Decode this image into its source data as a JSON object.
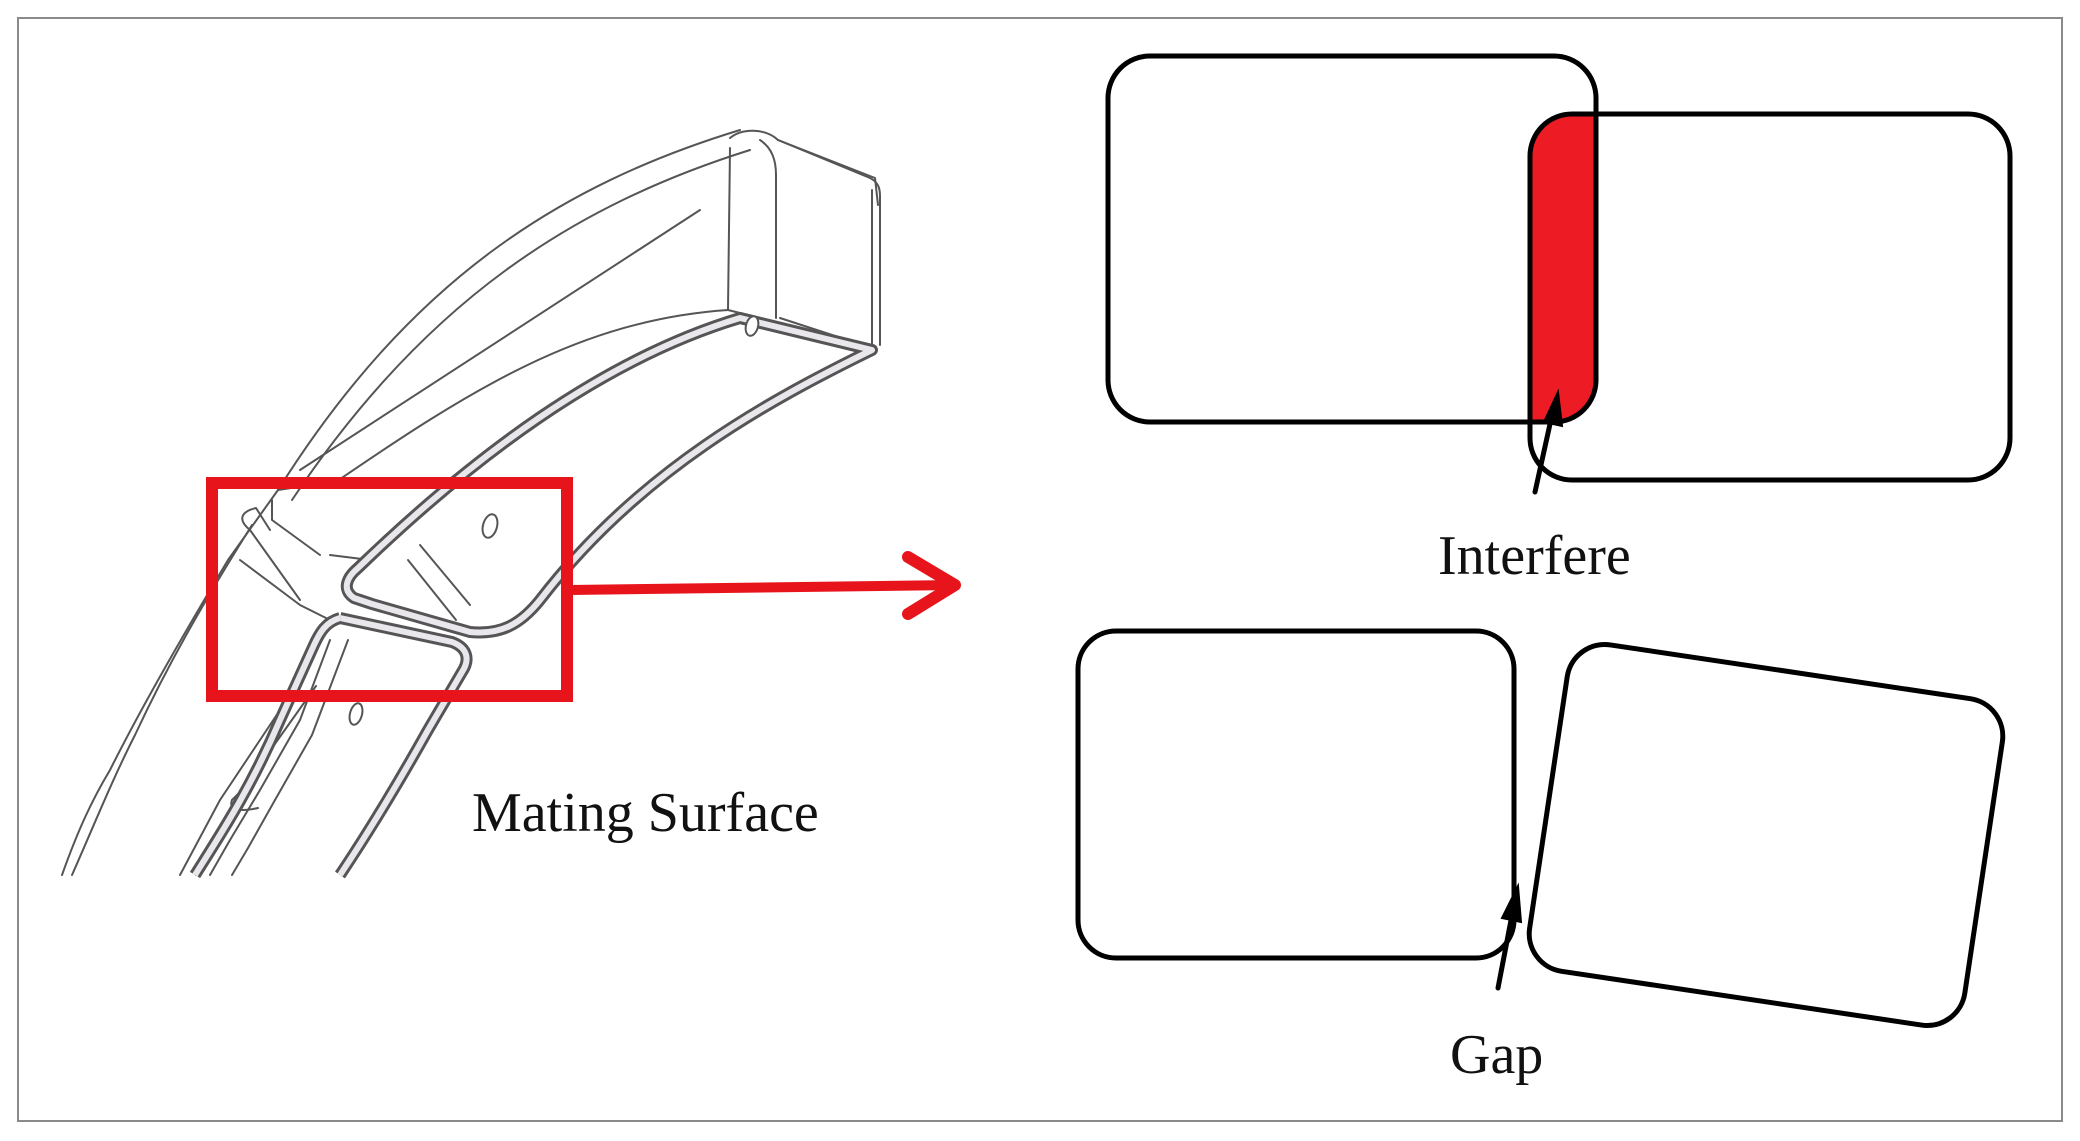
{
  "labels": {
    "mating_surface": "Mating Surface",
    "interfere": "Interfere",
    "gap": "Gap"
  },
  "colors": {
    "outline": "#000000",
    "part_edge": "#555555",
    "part_face": "#e9e6ec",
    "highlight": "#e8141c",
    "interference_fill": "#ed1c24",
    "frame": "#8a8a8a"
  },
  "icons": {
    "zoom_arrow": "arrow-right-icon",
    "pointer_arrow": "arrow-up-icon"
  }
}
